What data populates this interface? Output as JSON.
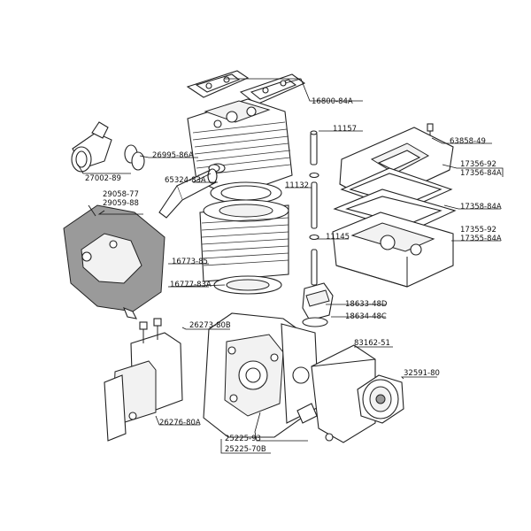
{
  "parts": [
    {
      "id": "p1",
      "number": "16800-84A"
    },
    {
      "id": "p2",
      "number": "11157"
    },
    {
      "id": "p3",
      "number": "63858-49"
    },
    {
      "id": "p4",
      "number": "26995-86A"
    },
    {
      "id": "p5",
      "number": "27002-89"
    },
    {
      "id": "p6",
      "number": "65324-83A"
    },
    {
      "id": "p7",
      "number": "17356-92"
    },
    {
      "id": "p8",
      "number": "17356-84A"
    },
    {
      "id": "p9",
      "number": "11132"
    },
    {
      "id": "p10",
      "number": "29058-77"
    },
    {
      "id": "p11",
      "number": "29059-88"
    },
    {
      "id": "p12",
      "number": "17358-84A"
    },
    {
      "id": "p13",
      "number": "11145"
    },
    {
      "id": "p14",
      "number": "17355-92"
    },
    {
      "id": "p15",
      "number": "17355-84A"
    },
    {
      "id": "p16",
      "number": "16773-85"
    },
    {
      "id": "p17",
      "number": "16777-83A"
    },
    {
      "id": "p18",
      "number": "18633-48D"
    },
    {
      "id": "p19",
      "number": "18634-48C"
    },
    {
      "id": "p20",
      "number": "26273-80B"
    },
    {
      "id": "p21",
      "number": "83162-51"
    },
    {
      "id": "p22",
      "number": "32591-80"
    },
    {
      "id": "p23",
      "number": "26276-80A"
    },
    {
      "id": "p24",
      "number": "25225-93"
    },
    {
      "id": "p25",
      "number": "25225-70B"
    }
  ]
}
